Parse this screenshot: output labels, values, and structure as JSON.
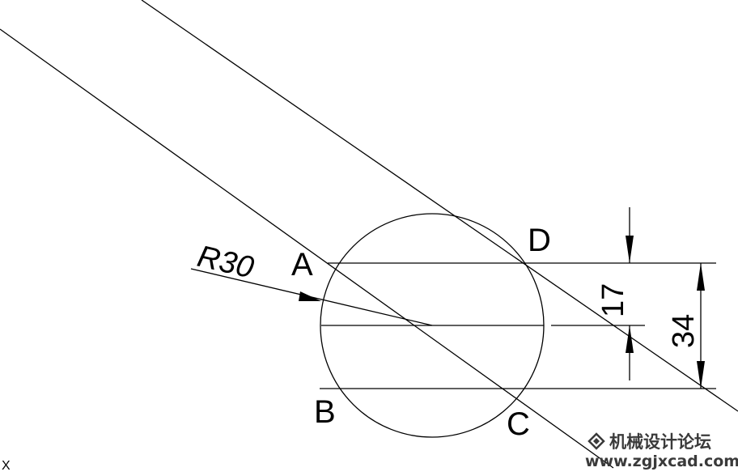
{
  "points": {
    "a": "A",
    "b": "B",
    "c": "C",
    "d": "D"
  },
  "dimensions": {
    "radius": "R30",
    "half_height": "17",
    "full_height": "34"
  },
  "corner_mark": "X",
  "watermark": {
    "title": "机械设计论坛",
    "url": "www.zgjxcad.com"
  }
}
